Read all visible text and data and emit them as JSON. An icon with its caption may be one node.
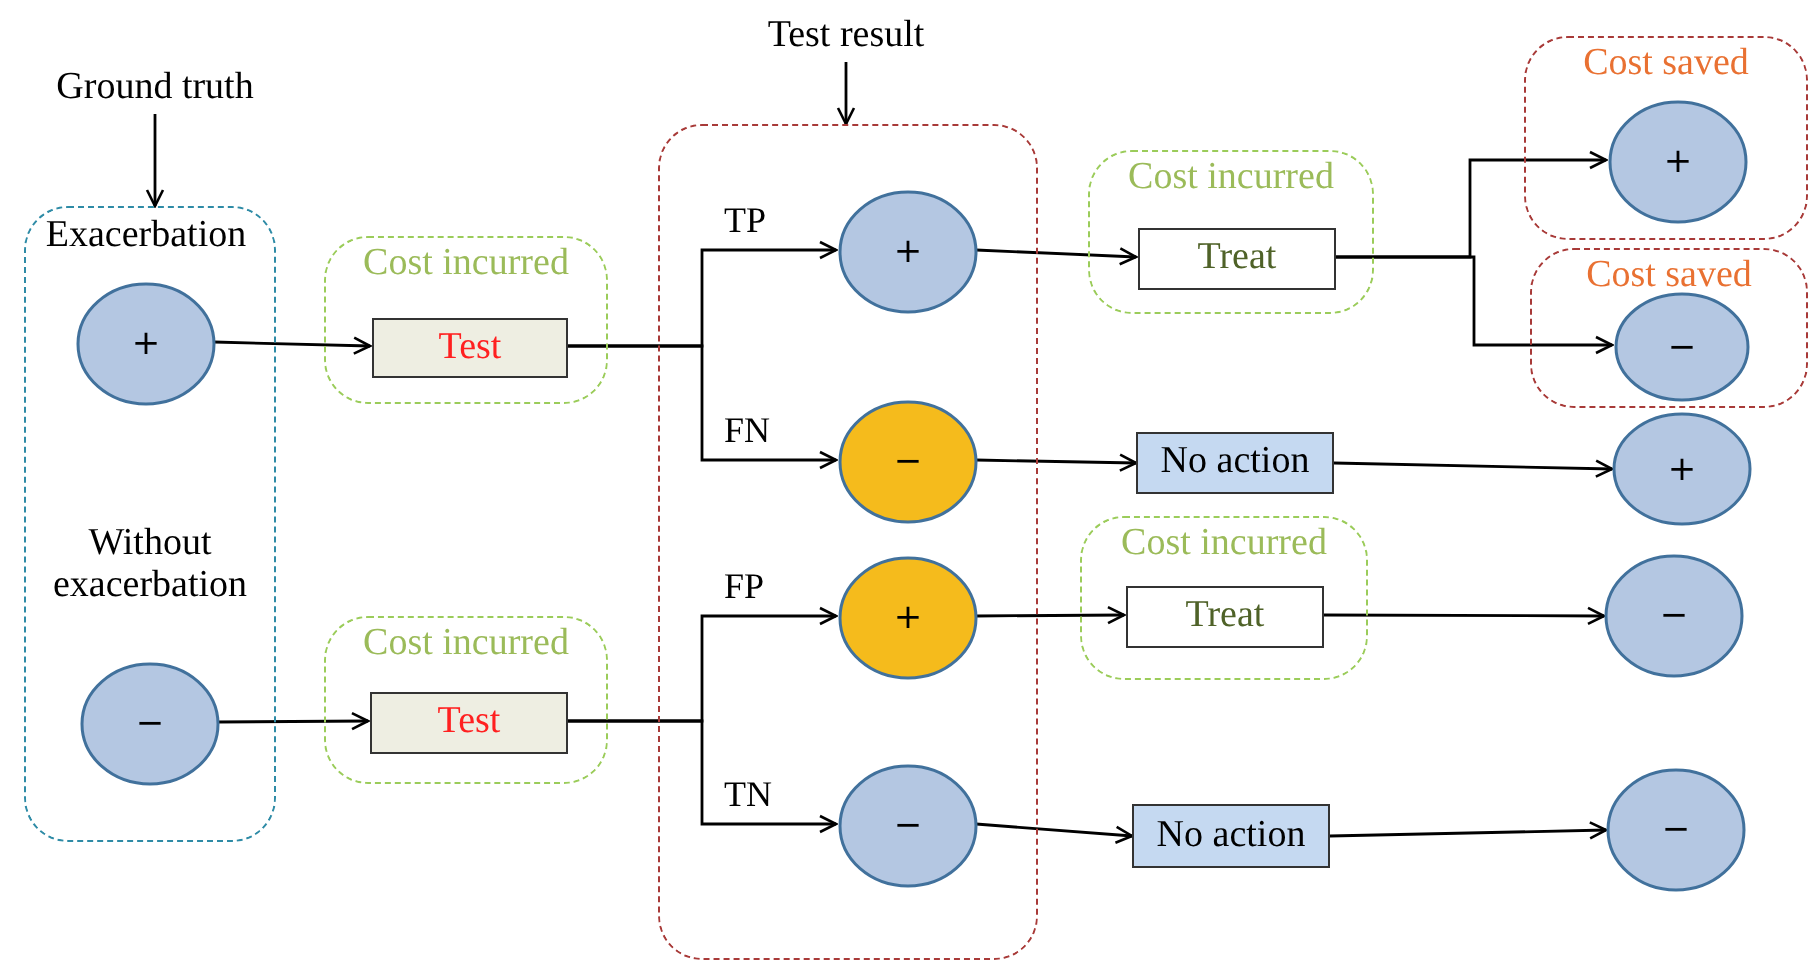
{
  "diagram": {
    "nodes": [
      {
        "text": [
          "Ground truth"
        ]
      },
      {
        "text": [],
        "shape": "box"
      },
      {
        "text": [
          "+"
        ],
        "in": 1,
        "beside": [
          "Exacerbation"
        ]
      },
      {
        "text": [
          "−"
        ],
        "in": 1,
        "beside": [
          "Without exacerbation"
        ]
      },
      {
        "text": [
          "Cost incurred"
        ]
      },
      {
        "text": [
          "Test"
        ],
        "in": 4
      },
      {
        "text": [
          "Cost incurred"
        ]
      },
      {
        "text": [
          "Test"
        ],
        "in": 6
      },
      {
        "text": [
          "Test result"
        ]
      },
      {
        "text": [],
        "shape": "box"
      },
      {
        "text": [
          "+"
        ],
        "in": 9
      },
      {
        "text": [
          "−"
        ],
        "in": 9
      },
      {
        "text": [
          "+"
        ],
        "in": 9
      },
      {
        "text": [
          "−"
        ],
        "in": 9
      },
      {
        "text": [
          "Cost incurred"
        ]
      },
      {
        "text": [
          "Treat"
        ],
        "in": 14
      },
      {
        "text": [
          "No action"
        ]
      },
      {
        "text": [
          "Cost incurred"
        ]
      },
      {
        "text": [
          "Treat"
        ],
        "in": 17
      },
      {
        "text": [
          "No action"
        ]
      },
      {
        "text": [
          "Cost saved"
        ]
      },
      {
        "text": [
          "+"
        ],
        "in": 20
      },
      {
        "text": [
          "Cost saved"
        ]
      },
      {
        "text": [
          "−"
        ],
        "in": 22
      },
      {
        "text": [
          "+"
        ]
      },
      {
        "text": [
          "−"
        ]
      },
      {
        "text": [
          "−"
        ]
      }
    ],
    "edges": [
      {
        "from": 0,
        "to": 1,
        "arrow": "to"
      },
      {
        "from": 8,
        "to": 9,
        "arrow": "to"
      },
      {
        "from": 2,
        "to": 5,
        "arrow": "to"
      },
      {
        "from": 3,
        "to": 7,
        "arrow": "to"
      },
      {
        "from": 5,
        "to": 10,
        "arrow": "to",
        "label": "TP"
      },
      {
        "from": 5,
        "to": 11,
        "arrow": "to",
        "label": "FN"
      },
      {
        "from": 7,
        "to": 12,
        "arrow": "to",
        "label": "FP"
      },
      {
        "from": 7,
        "to": 13,
        "arrow": "to",
        "label": "TN"
      },
      {
        "from": 10,
        "to": 15,
        "arrow": "to"
      },
      {
        "from": 11,
        "to": 16,
        "arrow": "to"
      },
      {
        "from": 12,
        "to": 18,
        "arrow": "to"
      },
      {
        "from": 13,
        "to": 19,
        "arrow": "to"
      },
      {
        "from": 15,
        "to": 21,
        "arrow": "to"
      },
      {
        "from": 15,
        "to": 23,
        "arrow": "to"
      },
      {
        "from": 16,
        "to": 24,
        "arrow": "to"
      },
      {
        "from": 18,
        "to": 25,
        "arrow": "to"
      },
      {
        "from": 19,
        "to": 26,
        "arrow": "to"
      }
    ]
  }
}
